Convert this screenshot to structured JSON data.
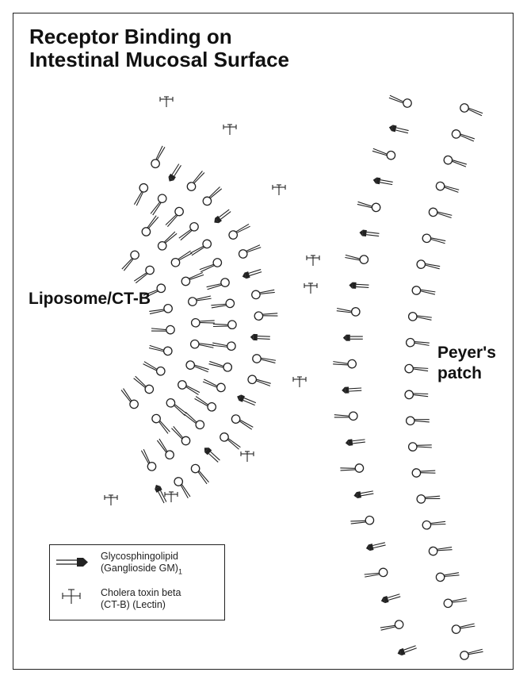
{
  "title": {
    "line1": "Receptor Binding on",
    "line2": "Intestinal Mucosal Surface"
  },
  "labels": {
    "liposome": "Liposome/CT-B",
    "peyers_line1": "Peyer's",
    "peyers_line2": "patch"
  },
  "legend": {
    "item1_line1": "Glycosphingolipid",
    "item1_line2": "(Ganglioside GM)",
    "item1_subscript": "1",
    "item1_icon": "glycosphingolipid-icon",
    "item2_line1": "Cholera toxin beta",
    "item2_line2": "(CT-B) (Lectin)",
    "item2_icon": "ct-b-icon"
  },
  "colors": {
    "ink": "#222222",
    "background": "#ffffff"
  }
}
